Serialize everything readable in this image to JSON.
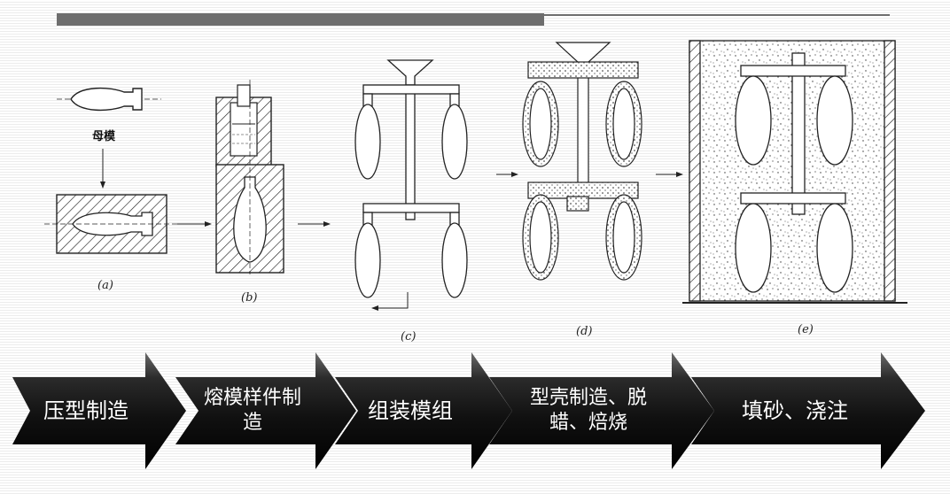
{
  "figure": {
    "labels": {
      "master_mold": "母模"
    },
    "captions": [
      "(a)",
      "(b)",
      "(c)",
      "(d)",
      "(e)"
    ]
  },
  "process_steps": [
    {
      "label": "压型制造"
    },
    {
      "label": "熔模样件制造"
    },
    {
      "label": "组装模组"
    },
    {
      "label": "型壳制造、脱蜡、焙烧"
    },
    {
      "label": "填砂、浇注"
    }
  ],
  "colors": {
    "arrow_fill": "#111111",
    "arrow_text": "#ffffff",
    "line": "#222222",
    "header_bar": "#6e6e6e"
  }
}
